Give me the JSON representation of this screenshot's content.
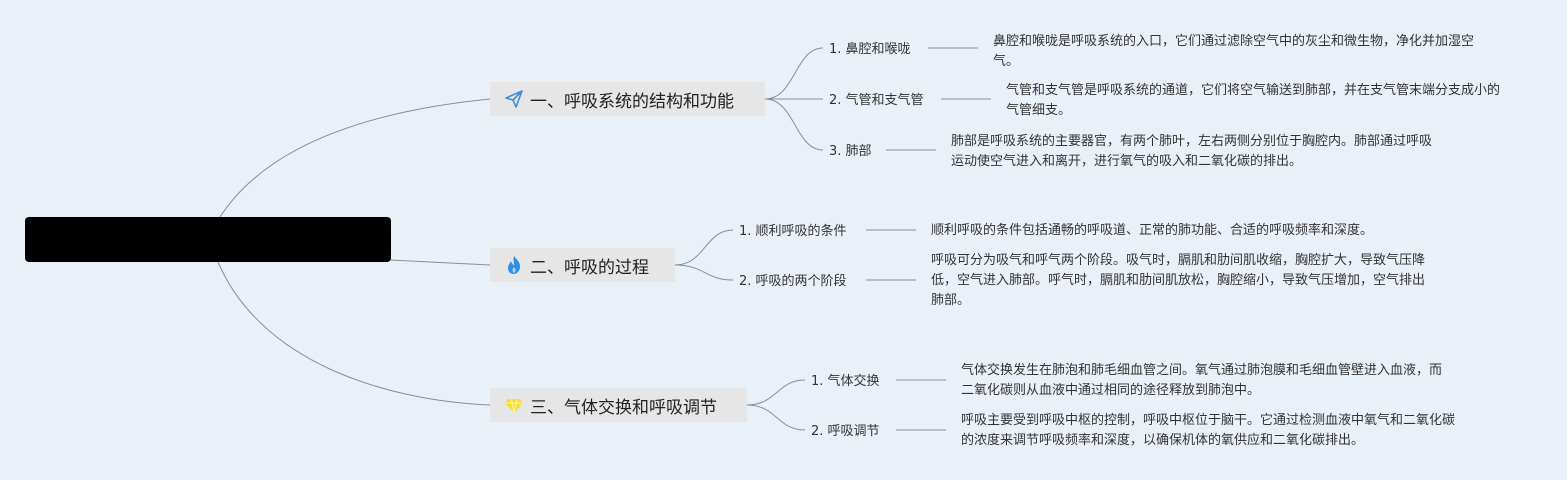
{
  "root": {
    "label": ""
  },
  "branches": [
    {
      "label": "一、呼吸系统的结构和功能",
      "icon": "paper-plane-icon",
      "children": [
        {
          "label": "1. 鼻腔和喉咙",
          "detail": "鼻腔和喉咙是呼吸系统的入口，它们通过滤除空气中的灰尘和微生物，净化并加湿空气。"
        },
        {
          "label": "2. 气管和支气管",
          "detail": "气管和支气管是呼吸系统的通道，它们将空气输送到肺部，并在支气管末端分支成小的气管细支。"
        },
        {
          "label": "3. 肺部",
          "detail": "肺部是呼吸系统的主要器官，有两个肺叶，左右两侧分别位于胸腔内。肺部通过呼吸运动使空气进入和离开，进行氧气的吸入和二氧化碳的排出。"
        }
      ]
    },
    {
      "label": "二、呼吸的过程",
      "icon": "fire-icon",
      "children": [
        {
          "label": "1. 顺利呼吸的条件",
          "detail": "顺利呼吸的条件包括通畅的呼吸道、正常的肺功能、合适的呼吸频率和深度。"
        },
        {
          "label": "2. 呼吸的两个阶段",
          "detail": "呼吸可分为吸气和呼气两个阶段。吸气时，膈肌和肋间肌收缩，胸腔扩大，导致气压降低，空气进入肺部。呼气时，膈肌和肋间肌放松，胸腔缩小，导致气压增加，空气排出肺部。"
        }
      ]
    },
    {
      "label": "三、气体交换和呼吸调节",
      "icon": "diamond-icon",
      "children": [
        {
          "label": "1. 气体交换",
          "detail": "气体交换发生在肺泡和肺毛细血管之间。氧气通过肺泡膜和毛细血管壁进入血液，而二氧化碳则从血液中通过相同的途径释放到肺泡中。"
        },
        {
          "label": "2. 呼吸调节",
          "detail": "呼吸主要受到呼吸中枢的控制，呼吸中枢位于脑干。它通过检测血液中氧气和二氧化碳的浓度来调节呼吸频率和深度，以确保机体的氧供应和二氧化碳排出。"
        }
      ]
    }
  ],
  "colors": {
    "background": "#eaf0f8",
    "branch_fill": "#e6e6e6",
    "line": "#8a8f96",
    "root_fill": "#000000"
  }
}
